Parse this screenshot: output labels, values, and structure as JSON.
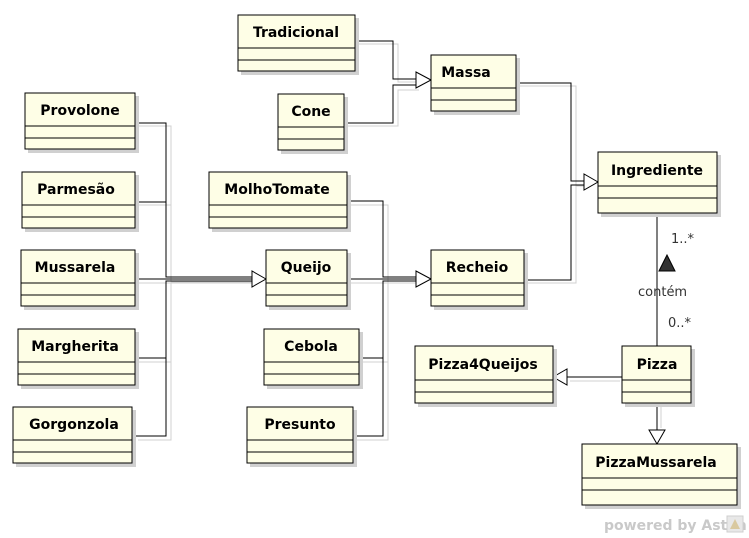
{
  "classes": {
    "tradicional": "Tradicional",
    "cone": "Cone",
    "massa": "Massa",
    "ingrediente": "Ingrediente",
    "provolone": "Provolone",
    "parmesao": "Parmesão",
    "mussarela": "Mussarela",
    "margherita": "Margherita",
    "gorgonzola": "Gorgonzola",
    "molho_tomate": "MolhoTomate",
    "queijo": "Queijo",
    "cebola": "Cebola",
    "presunto": "Presunto",
    "recheio": "Recheio",
    "pizza": "Pizza",
    "pizza4queijos": "Pizza4Queijos",
    "pizza_mussarela": "PizzaMussarela"
  },
  "association": {
    "name": "contém",
    "multiplicity_ingrediente": "1..*",
    "multiplicity_pizza": "0..*"
  },
  "watermark": {
    "text": "powered by Astah"
  },
  "colors": {
    "class_fill": "#fefee6",
    "class_border": "#000000",
    "shadow": "#c8c8c8",
    "watermark": "#c9c9c9"
  }
}
